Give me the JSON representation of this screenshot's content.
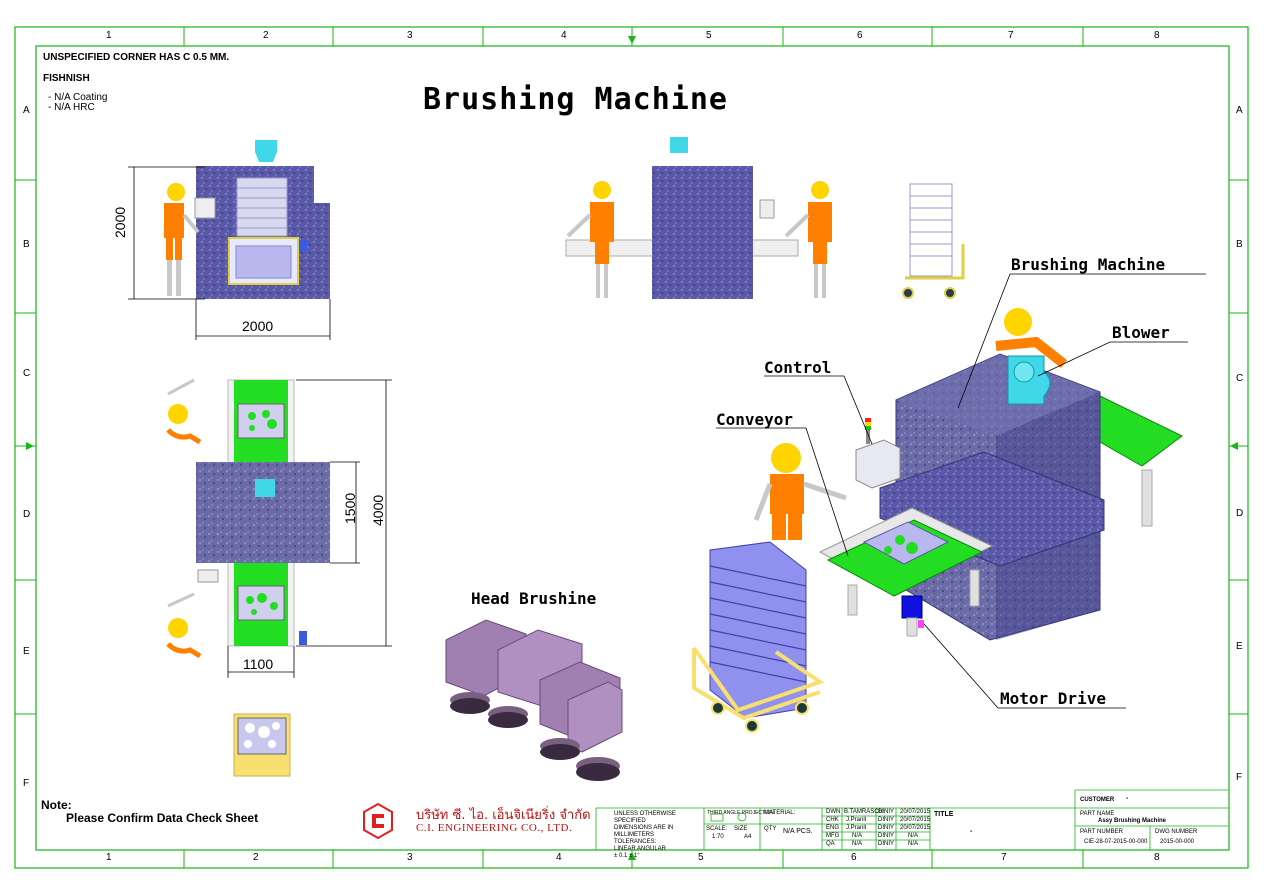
{
  "drawing": {
    "title": "Brushing Machine",
    "notes_top": {
      "corner": "UNSPECIFIED CORNER HAS C 0.5 MM.",
      "finish_heading": "FISHNISH",
      "finish_items": [
        "- N/A Coating",
        "- N/A HRC"
      ]
    },
    "note": {
      "heading": "Note:",
      "text": "Please Confirm Data Check Sheet"
    }
  },
  "border": {
    "columns": [
      "1",
      "2",
      "3",
      "4",
      "5",
      "6",
      "7",
      "8"
    ],
    "rows": [
      "A",
      "B",
      "C",
      "D",
      "E",
      "F"
    ]
  },
  "dimensions": {
    "front_height": "2000",
    "front_width": "2000",
    "top_length": "4000",
    "top_body": "1500",
    "top_width": "1100"
  },
  "callouts": {
    "brushing_machine": "Brushing Machine",
    "blower": "Blower",
    "control": "Control",
    "conveyor": "Conveyor",
    "motor_drive": "Motor Drive",
    "head_brush": "Head Brushine"
  },
  "company": {
    "thai_name": "บริษัท ซี. ไอ. เอ็นจิเนียริ่ง จำกัด",
    "english_name": "C.I. ENGINEERING CO., LTD."
  },
  "title_block": {
    "tolerance_lines": [
      "UNLESS OTHERWISE SPECIFIED",
      "DIMENSIONS ARE IN MILLIMETERS",
      "TOLERANCES:",
      "LINEAR    ANGULAR",
      "± 0.1      ± 1°"
    ],
    "projection_label": "THIRD ANGLE PROJECTION",
    "scale_label": "SCALE:",
    "scale_value": "1:70",
    "size_label": "SIZE",
    "size_value": "A4",
    "material_label": "MATERIAL:",
    "qty_label": "QTY",
    "qty_value": "N/A PCS.",
    "approvals": [
      {
        "role": "DWN",
        "name": "B.TAMRASCH",
        "id": "DINIY",
        "date": "20/07/2015"
      },
      {
        "role": "CHK",
        "name": "J.Pranit",
        "id": "DINIY",
        "date": "20/07/2015"
      },
      {
        "role": "ENG",
        "name": "J.Pranit",
        "id": "DINIY",
        "date": "20/07/2015"
      },
      {
        "role": "MFG",
        "name": "N/A",
        "id": "DINIY",
        "date": "N/A"
      },
      {
        "role": "QA",
        "name": "N/A",
        "id": "DINIY",
        "date": "N/A"
      }
    ],
    "title_label": "TITLE",
    "title_value": "-",
    "customer_label": "CUSTOMER",
    "customer_value": "-",
    "part_name_label": "PART NAME",
    "part_name_value": "Assy  Brushing Machine",
    "part_number_label": "PART NUMBER",
    "part_number_value": "CIE-28-07-2015-00-000",
    "dwg_number_label": "DWG NUMBER",
    "dwg_number_value": "2015-00-000"
  },
  "colors": {
    "frame": "#18b418",
    "body": "#4a4aa0",
    "blower": "#40d8e8",
    "conveyor": "#22dd22",
    "worker_orange": "#ff8000",
    "helmet": "#ffd400",
    "head_brush": "#a080b0",
    "trolley": "#f8e070"
  }
}
